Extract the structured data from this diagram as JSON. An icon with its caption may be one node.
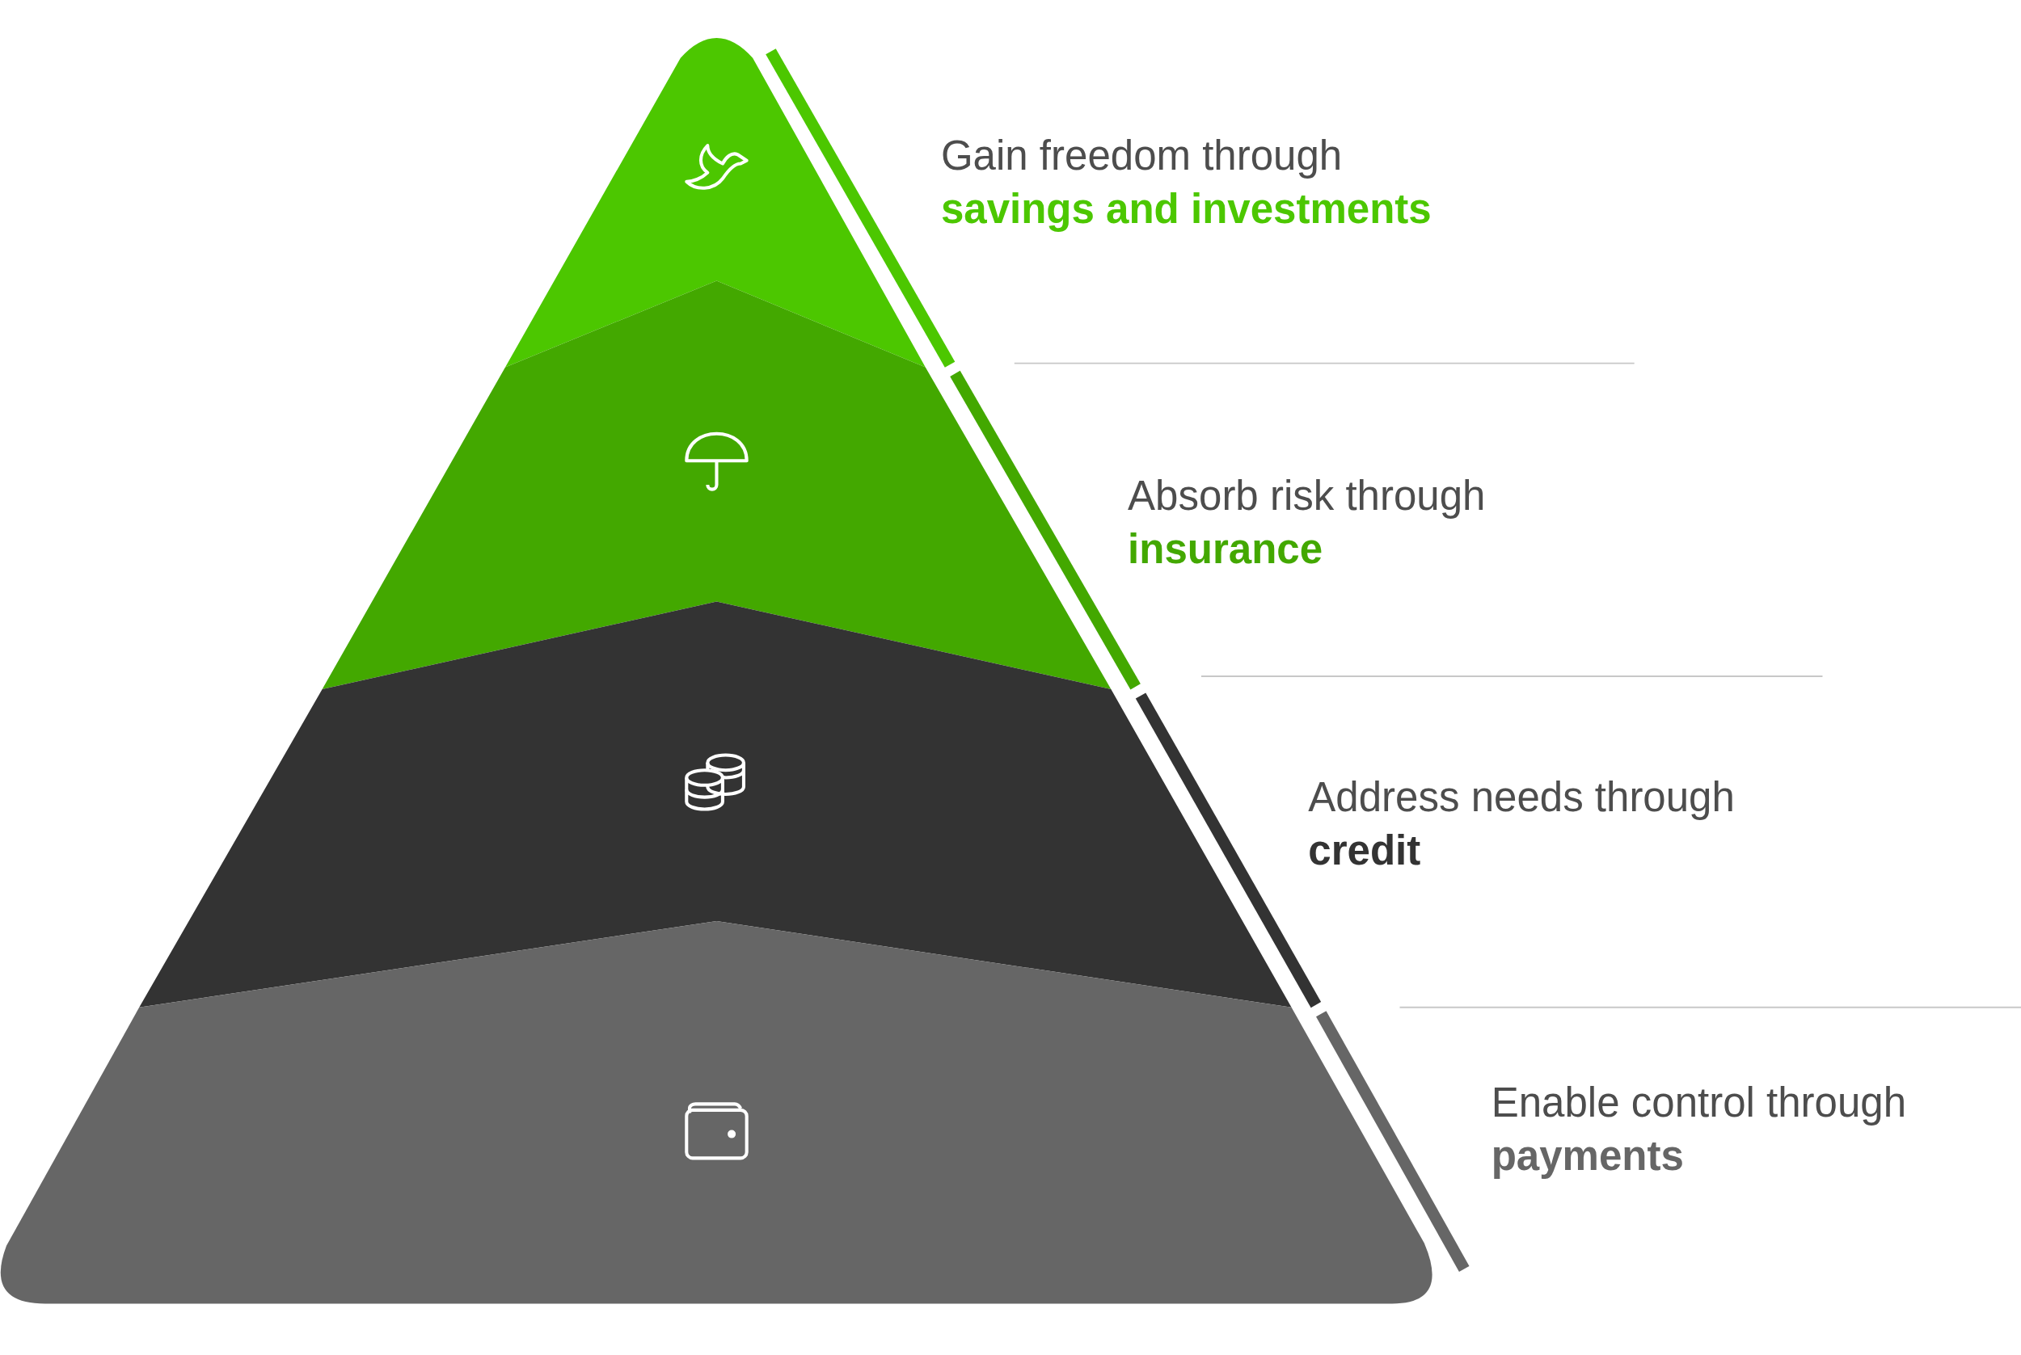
{
  "diagram": {
    "nodes": [
      {
        "text": [
          "Gain freedom through **savings and investments**"
        ]
      },
      {
        "text": [
          "Absorb risk through **insurance**"
        ]
      },
      {
        "text": [
          "Address needs through **credit**"
        ]
      },
      {
        "text": [
          "Enable control through **payments**"
        ]
      }
    ]
  }
}
